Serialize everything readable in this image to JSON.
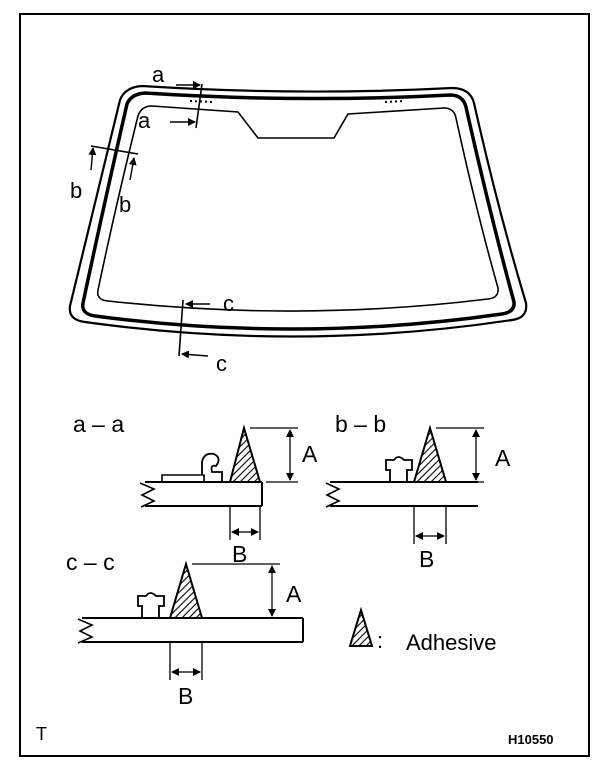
{
  "section_labels": {
    "aa": "a – a",
    "bb": "b – b",
    "cc": "c – c"
  },
  "windshield_cut_labels": {
    "a_top": "a",
    "a_bottom": "a",
    "b_left": "b",
    "b_right": "b",
    "c_top": "c",
    "c_bottom": "c"
  },
  "dimensions": {
    "aa_height": "A",
    "aa_width": "B",
    "bb_height": "A",
    "bb_width": "B",
    "cc_height": "A",
    "cc_width": "B"
  },
  "legend": {
    "separator": ":",
    "text": "Adhesive"
  },
  "corner_mark": "T",
  "figure_code": "H10550",
  "colors": {
    "ink": "#000000",
    "paper": "#ffffff"
  }
}
